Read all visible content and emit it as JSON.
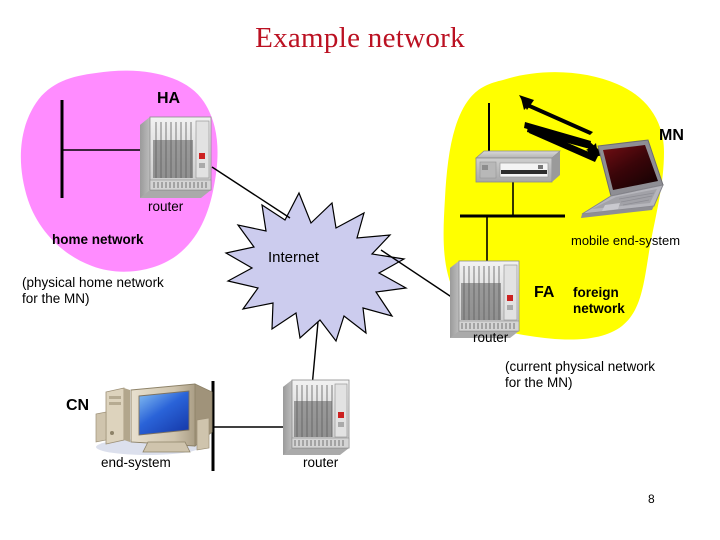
{
  "slide": {
    "title": "Example network",
    "page_number": "8",
    "title_color": "#bb1122",
    "background_color": "#ffffff"
  },
  "regions": {
    "home_network": {
      "fill_color": "#ff8cff",
      "name_label": "home network",
      "note": "(physical home network\nfor the MN)",
      "agent_label": "HA",
      "device_label": "router"
    },
    "foreign_network": {
      "fill_color": "#ffff00",
      "agent_label": "FA",
      "name_label": "foreign\nnetwork",
      "device_label": "router",
      "note": "(current physical network\nfor the MN)",
      "mobile_label": "MN",
      "mobile_caption": "mobile end-system"
    },
    "internet": {
      "label": "Internet",
      "fill_color": "#ccccee",
      "stroke_color": "#000000"
    },
    "correspondent_network": {
      "agent_label": "CN",
      "end_system_label": "end-system",
      "router_label": "router"
    }
  },
  "icons": {
    "ha_router": "router-icon",
    "fa_router": "router-icon",
    "bottom_router": "router-icon",
    "access_point": "wireless-access-point-icon",
    "laptop": "laptop-icon",
    "desktop": "desktop-computer-icon",
    "wireless_link": "wireless-link-arrows-icon"
  }
}
